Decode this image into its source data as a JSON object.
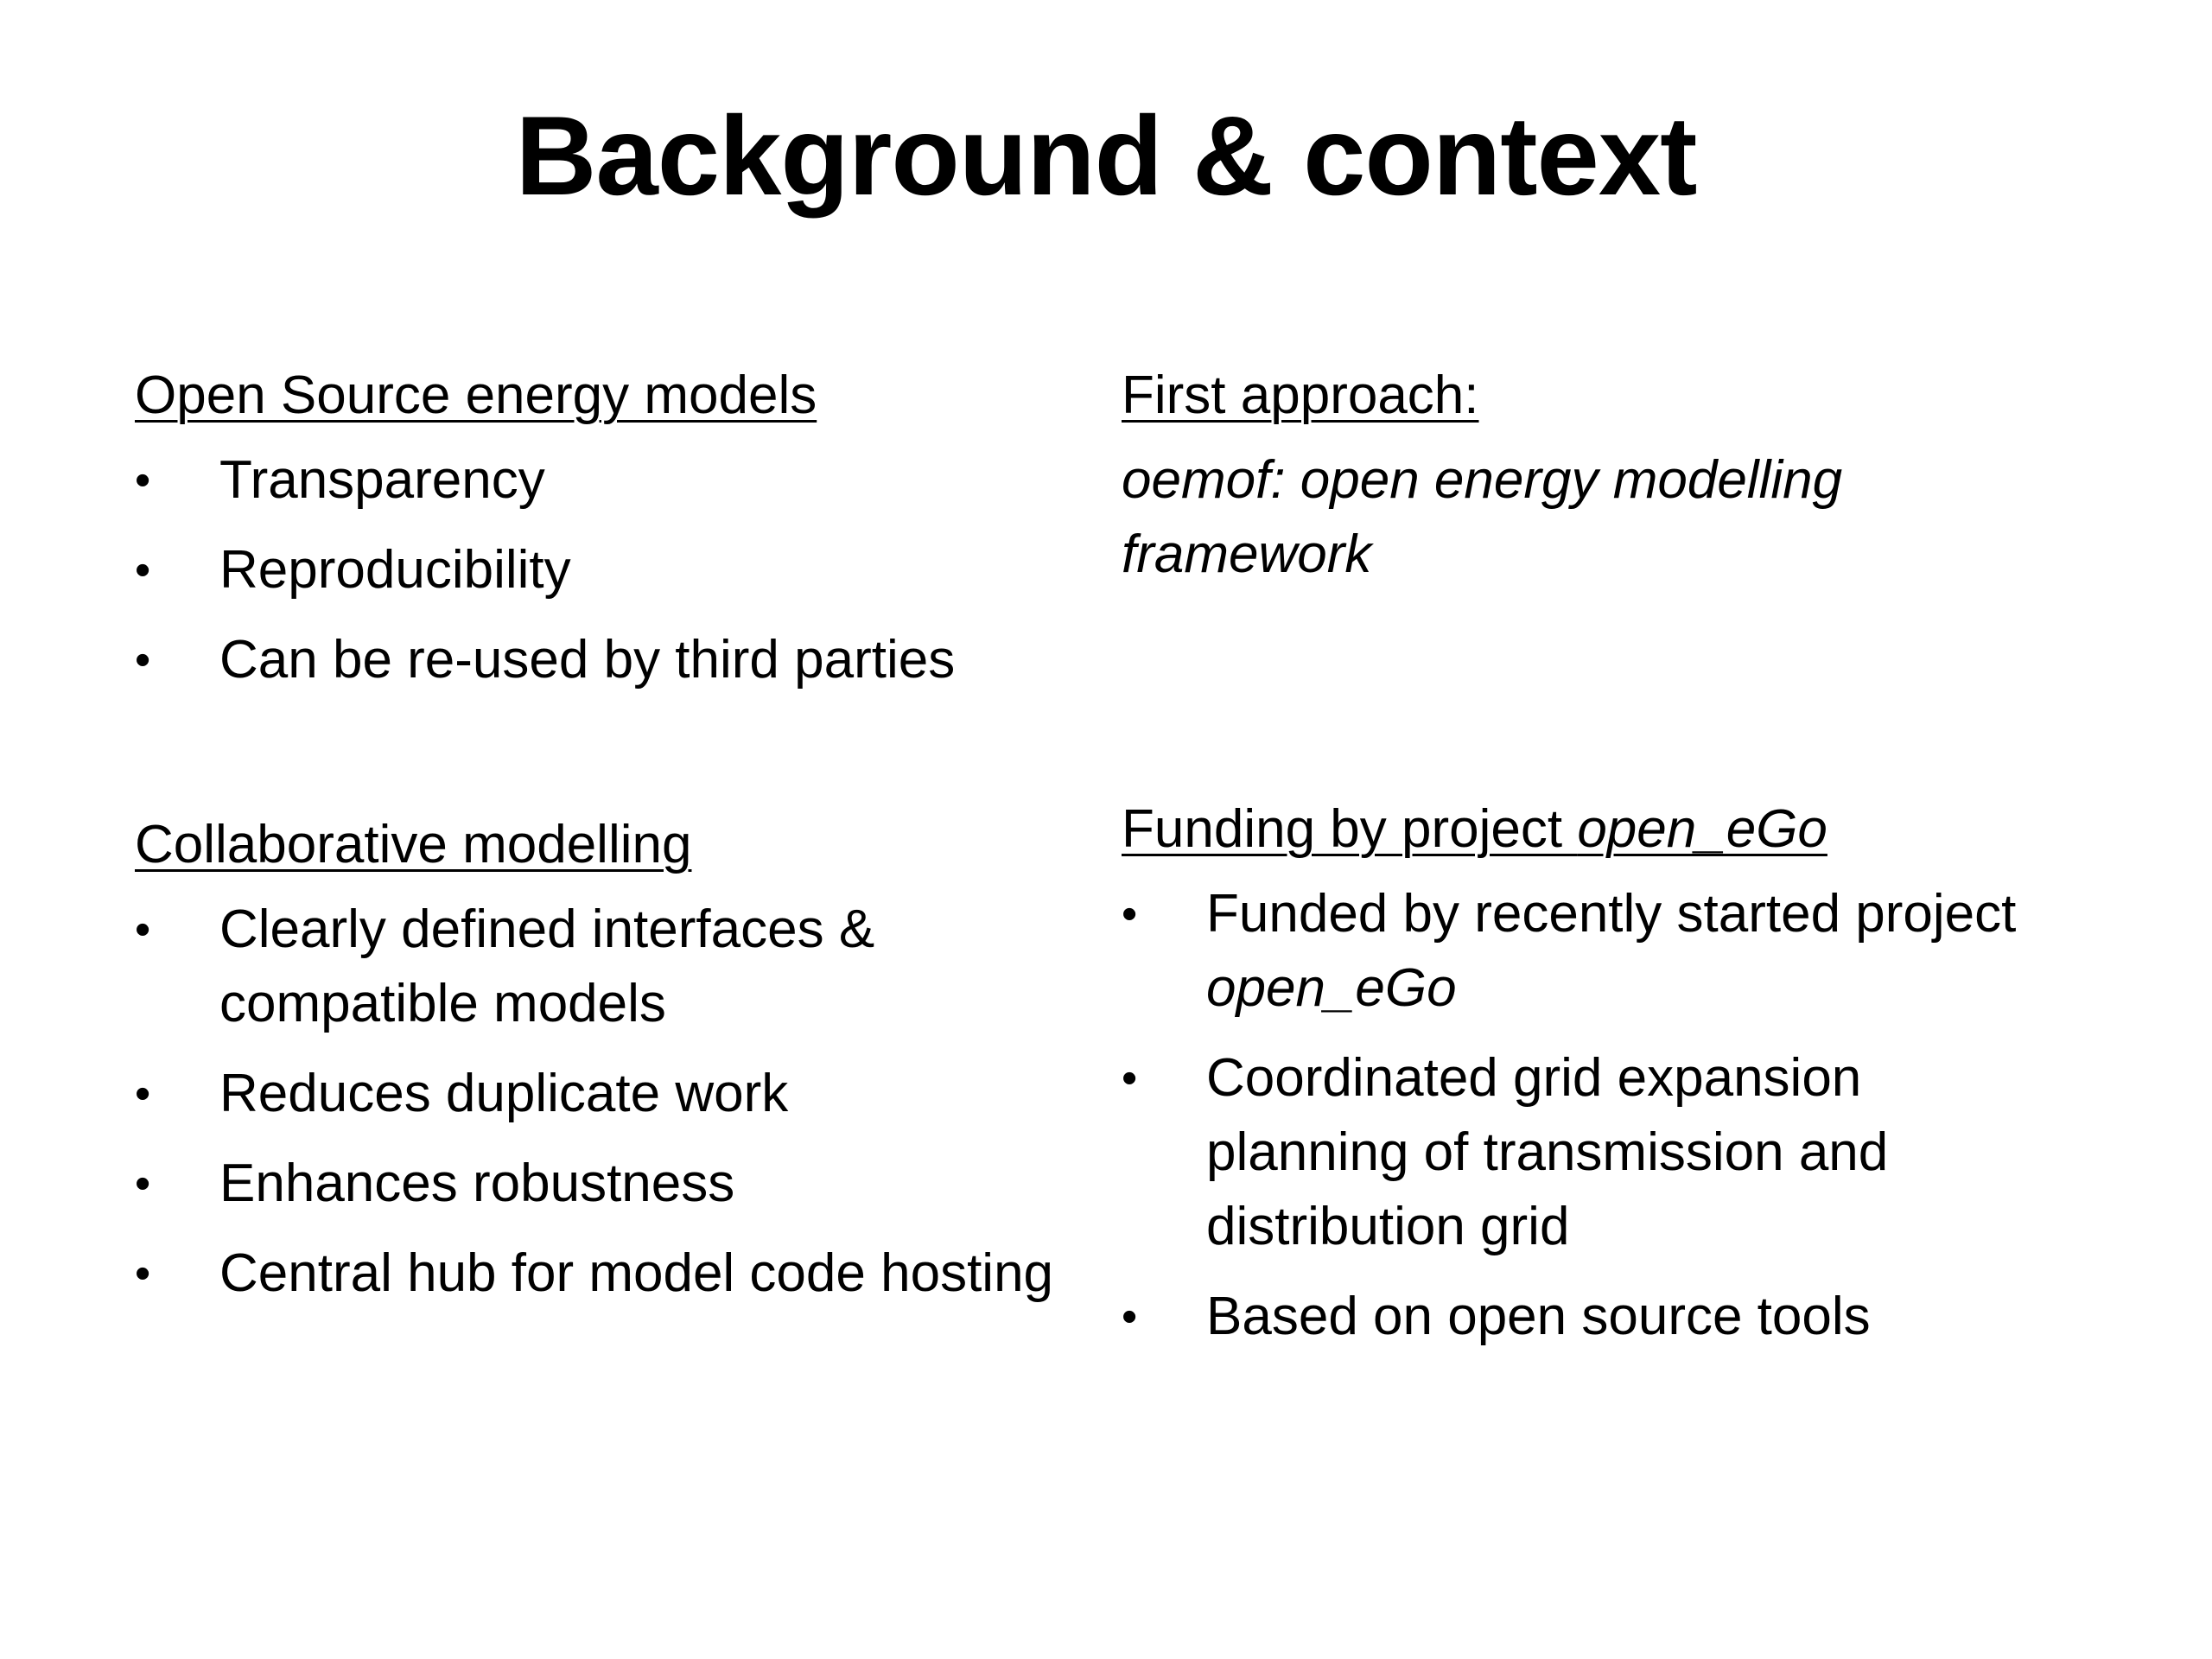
{
  "title": "Background & context",
  "sections": {
    "open_source": {
      "heading": "Open Source energy models",
      "items": [
        "Transparency",
        "Reproducibility",
        "Can be re-used by third parties"
      ]
    },
    "collaborative": {
      "heading": "Collaborative modelling",
      "items": [
        "Clearly defined interfaces & compatible models",
        "Reduces duplicate work",
        "Enhances robustness",
        "Central hub for model code hosting"
      ]
    },
    "first_approach": {
      "heading": "First approach:",
      "text": "oemof: open energy modelling framework"
    },
    "funding": {
      "heading_prefix": "Funding by project ",
      "heading_project": "open_eGo",
      "items": [
        {
          "text": "Funded by recently started project ",
          "italic": "open_eGo"
        },
        {
          "text": "Coordinated grid expansion planning of transmission and distribution grid"
        },
        {
          "text": "Based on open source tools"
        }
      ]
    }
  },
  "bullet_glyph": "•"
}
